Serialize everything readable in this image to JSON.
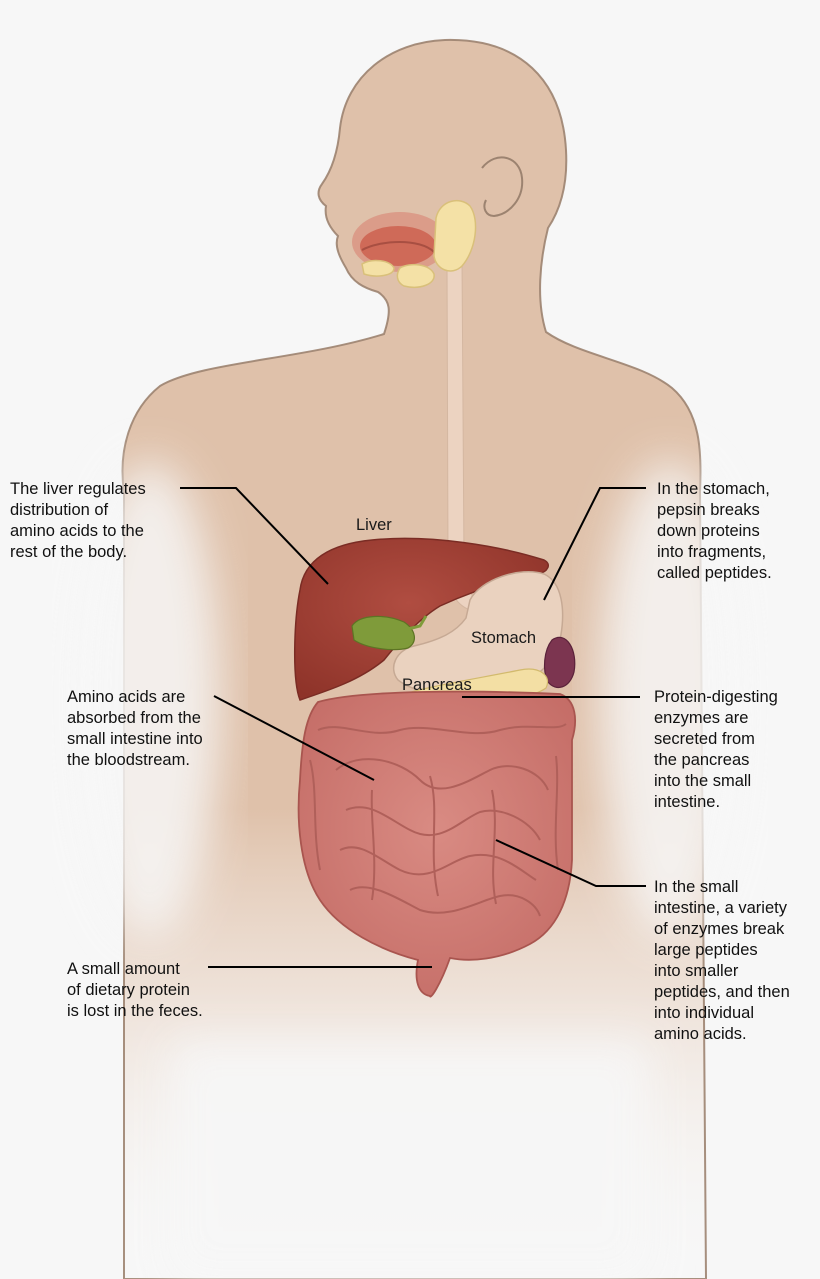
{
  "organs": {
    "liver": "Liver",
    "stomach": "Stomach",
    "pancreas": "Pancreas"
  },
  "annotations": {
    "liver_note": "The liver regulates\ndistribution of\namino acids to the\nrest of the body.",
    "stomach_note": "In the stomach,\npepsin breaks\ndown proteins\ninto fragments,\ncalled peptides.",
    "absorption_note": "Amino acids are\nabsorbed from the\nsmall intestine into\nthe bloodstream.",
    "pancreas_note": "Protein-digesting\nenzymes are\nsecreted from\nthe pancreas\ninto the small\nintestine.",
    "small_intestine_note": "In the small\nintestine, a variety\nof enzymes break\nlarge peptides\ninto smaller\npeptides, and then\ninto individual\namino acids.",
    "feces_note": "A small amount\nof dietary protein\nis lost in the feces."
  },
  "colors": {
    "background": "#f7f7f7",
    "body_skin": "#dfc1aa",
    "body_outline": "#9c8370",
    "liver": "#a8443a",
    "gallbladder": "#7f9b3a",
    "stomach": "#ead2bf",
    "pancreas": "#f3dfa4",
    "intestine": "#cf7d76",
    "spleen": "#7c3550",
    "salivary_gland": "#f4e1a6",
    "tongue": "#cf6a58",
    "esophagus": "#ecd3c1",
    "leader_line": "#000000"
  }
}
